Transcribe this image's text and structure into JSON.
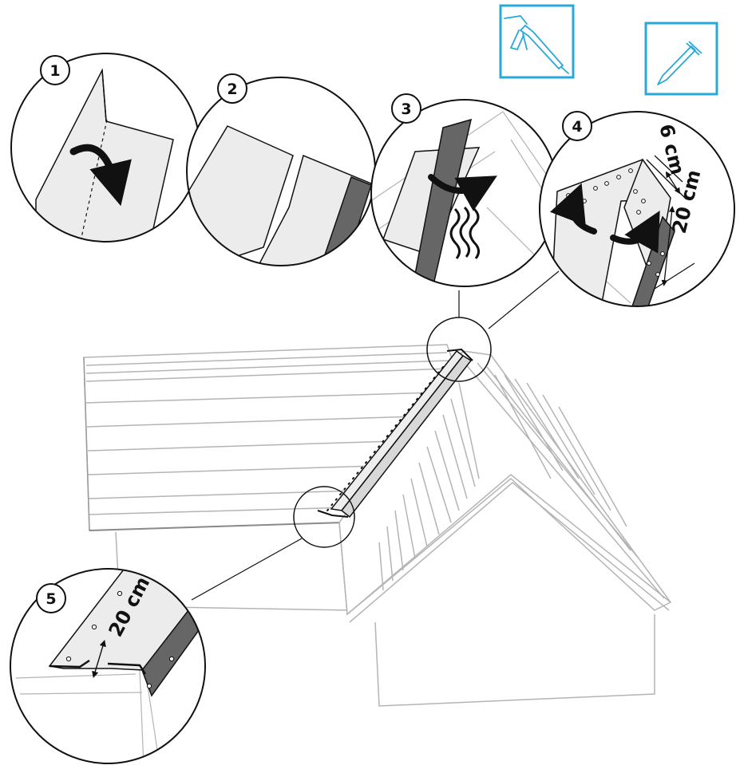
{
  "colors": {
    "accent": "#29a8d9",
    "outline": "#111111",
    "roof_lines": "#b4b4b4",
    "panel_light": "#ececec",
    "membrane_dark": "#666666"
  },
  "tools": [
    {
      "icon": "caulking-gun-icon"
    },
    {
      "icon": "nail-icon"
    }
  ],
  "steps": [
    {
      "number": "1"
    },
    {
      "number": "2"
    },
    {
      "number": "3"
    },
    {
      "number": "4",
      "dimensions": [
        "6 cm",
        "20 cm"
      ]
    },
    {
      "number": "5",
      "dimensions": [
        "20 cm"
      ]
    }
  ]
}
